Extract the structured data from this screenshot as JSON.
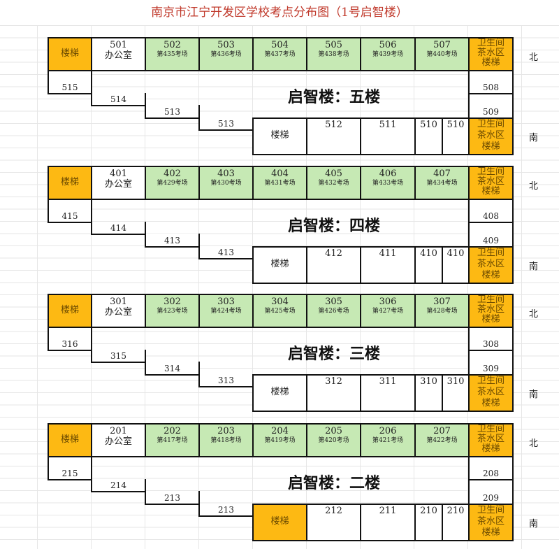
{
  "title": "南京市江宁开发区学校考点分布图（1号启智楼）",
  "labels": {
    "stair": "楼梯",
    "office": "办公室",
    "service": [
      "卫生间",
      "茶水区",
      "楼梯"
    ],
    "north": "北",
    "south": "南"
  },
  "colors": {
    "exam_room": "#c6e9b4",
    "stair_service": "#fdb913",
    "title": "#c0392b"
  },
  "floors": [
    {
      "hall": "启智楼：五楼",
      "office": "501",
      "exam": [
        [
          "502",
          "第435考场"
        ],
        [
          "503",
          "第436考场"
        ],
        [
          "504",
          "第437考场"
        ],
        [
          "505",
          "第438考场"
        ],
        [
          "506",
          "第439考场"
        ],
        [
          "507",
          "第440考场"
        ]
      ],
      "left": [
        "515",
        "514",
        "513",
        "513"
      ],
      "right": [
        "508",
        "509"
      ],
      "bottom": [
        "512",
        "511",
        "510",
        "510"
      ],
      "stair_highlight": false
    },
    {
      "hall": "启智楼：四楼",
      "office": "401",
      "exam": [
        [
          "402",
          "第429考场"
        ],
        [
          "403",
          "第430考场"
        ],
        [
          "404",
          "第431考场"
        ],
        [
          "405",
          "第432考场"
        ],
        [
          "406",
          "第433考场"
        ],
        [
          "407",
          "第434考场"
        ]
      ],
      "left": [
        "415",
        "414",
        "413",
        "413"
      ],
      "right": [
        "408",
        "409"
      ],
      "bottom": [
        "412",
        "411",
        "410",
        "410"
      ],
      "stair_highlight": false
    },
    {
      "hall": "启智楼：三楼",
      "office": "301",
      "exam": [
        [
          "302",
          "第423考场"
        ],
        [
          "303",
          "第424考场"
        ],
        [
          "304",
          "第425考场"
        ],
        [
          "305",
          "第426考场"
        ],
        [
          "306",
          "第427考场"
        ],
        [
          "307",
          "第428考场"
        ]
      ],
      "left": [
        "316",
        "315",
        "314",
        "313"
      ],
      "right": [
        "308",
        "309"
      ],
      "bottom": [
        "312",
        "311",
        "310",
        "310"
      ],
      "stair_highlight": false
    },
    {
      "hall": "启智楼：二楼",
      "office": "201",
      "exam": [
        [
          "202",
          "第417考场"
        ],
        [
          "203",
          "第418考场"
        ],
        [
          "204",
          "第419考场"
        ],
        [
          "205",
          "第420考场"
        ],
        [
          "206",
          "第421考场"
        ],
        [
          "207",
          "第422考场"
        ]
      ],
      "left": [
        "215",
        "214",
        "213",
        "213"
      ],
      "right": [
        "208",
        "209"
      ],
      "bottom": [
        "212",
        "211",
        "210",
        "210"
      ],
      "stair_highlight": true
    }
  ]
}
